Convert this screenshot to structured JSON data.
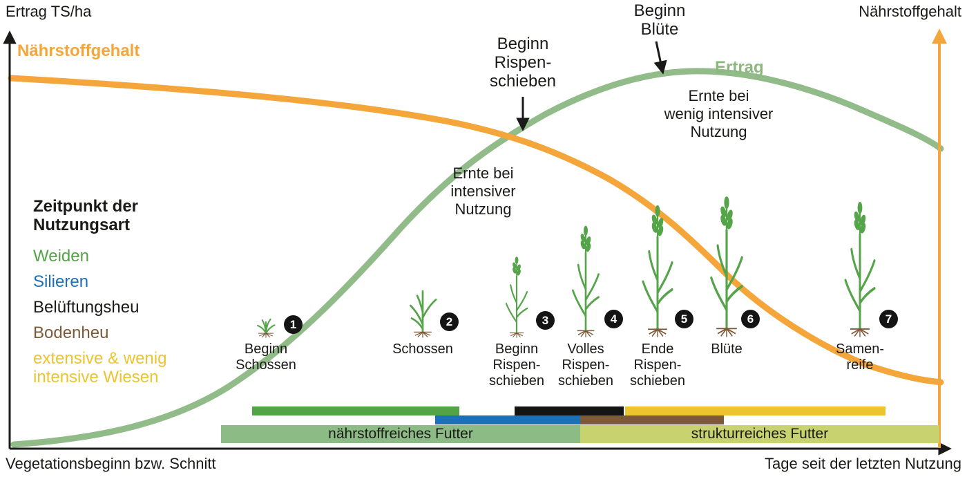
{
  "axis": {
    "top_left": "Ertrag TS/ha",
    "top_right": "Nährstoffgehalt",
    "bottom_left": "Vegetationsbeginn bzw. Schnitt",
    "bottom_right": "Tage seit der letzten Nutzung"
  },
  "curves": {
    "nutrient_label": "Nährstoffgehalt",
    "yield_label": "Ertrag"
  },
  "annotations": {
    "beginn_rispenschieben": "Beginn\nRispen-\nschieben",
    "beginn_bluete": "Beginn\nBlüte",
    "ernte_intensiv": "Ernte bei\nintensiver\nNutzung",
    "ernte_wenig_intensiv": "Ernte bei\nwenig intensiver\nNutzung"
  },
  "legend": {
    "title": "Zeitpunkt der\nNutzungsart",
    "items": [
      {
        "label": "Weiden",
        "color": "#53a347"
      },
      {
        "label": "Silieren",
        "color": "#1c70b7"
      },
      {
        "label": "Belüftungsheu",
        "color": "#1a1a18"
      },
      {
        "label": "Bodenheu",
        "color": "#7c5a38"
      },
      {
        "label": "extensive & wenig\nintensive Wiesen",
        "color": "#edc330"
      }
    ]
  },
  "stages": [
    {
      "number": "1",
      "label": "Beginn\nSchossen"
    },
    {
      "number": "2",
      "label": "Schossen"
    },
    {
      "number": "3",
      "label": "Beginn\nRispen-\nschieben"
    },
    {
      "number": "4",
      "label": "Volles\nRispen-\nschieben"
    },
    {
      "number": "5",
      "label": "Ende\nRispen-\nschieben"
    },
    {
      "number": "6",
      "label": "Blüte"
    },
    {
      "number": "7",
      "label": "Samen-\nreife"
    }
  ],
  "feed_bands": [
    {
      "label": "nährstoffreiches Futter",
      "color": "#8dbb85"
    },
    {
      "label": "strukturreiches Futter",
      "color": "#c8d26e"
    }
  ],
  "colors": {
    "yield_curve": "#92bb8a",
    "nutrient_curve": "#f4a63b",
    "axis": "#1a1a18",
    "stage_number_circle": "#141414"
  },
  "chart_data": {
    "type": "line",
    "title": "",
    "xlabel_left": "Vegetationsbeginn bzw. Schnitt",
    "xlabel_right": "Tage seit der letzten Nutzung",
    "ylabel_left": "Ertrag TS/ha",
    "ylabel_right": "Nährstoffgehalt",
    "x_range": [
      0,
      100
    ],
    "y_range": [
      0,
      100
    ],
    "grid": false,
    "series": [
      {
        "name": "Ertrag",
        "color": "#92bb8a",
        "x": [
          0,
          10,
          20,
          29,
          36,
          43,
          51,
          55,
          61,
          66,
          73,
          81,
          88,
          94,
          100
        ],
        "values": [
          1,
          3,
          12,
          27,
          43,
          64,
          77,
          83,
          94,
          98,
          100,
          98,
          93,
          87,
          79
        ]
      },
      {
        "name": "Nährstoffgehalt",
        "color": "#f4a63b",
        "x": [
          0,
          14,
          29,
          41,
          48,
          55,
          63,
          69,
          77,
          84,
          92,
          100
        ],
        "values": [
          98,
          96,
          93,
          89,
          86,
          82,
          72,
          64,
          46,
          33,
          22,
          18
        ]
      }
    ],
    "annotations": [
      {
        "text": "Beginn Rispenschieben",
        "x": 55,
        "note": "arrow points at crossing of Ertrag and Nährstoffgehalt curves"
      },
      {
        "text": "Beginn Blüte",
        "x": 70,
        "note": "arrow points at Ertrag maximum"
      },
      {
        "text": "Ernte bei intensiver Nutzung",
        "x": 50
      },
      {
        "text": "Ernte bei wenig intensiver Nutzung",
        "x": 75
      }
    ],
    "stage_markers": [
      {
        "number": 1,
        "label": "Beginn Schossen",
        "x": 27
      },
      {
        "number": 2,
        "label": "Schossen",
        "x": 44
      },
      {
        "number": 3,
        "label": "Beginn Rispenschieben",
        "x": 54
      },
      {
        "number": 4,
        "label": "Volles Rispenschieben",
        "x": 62
      },
      {
        "number": 5,
        "label": "Ende Rispenschieben",
        "x": 70
      },
      {
        "number": 6,
        "label": "Blüte",
        "x": 77
      },
      {
        "number": 7,
        "label": "Samenreife",
        "x": 91
      }
    ],
    "usage_windows": [
      {
        "name": "Weiden",
        "color": "#53a347",
        "x_start": 26,
        "x_end": 48
      },
      {
        "name": "Silieren",
        "color": "#1c70b7",
        "x_start": 46,
        "x_end": 61
      },
      {
        "name": "Belüftungsheu",
        "color": "#1a1a18",
        "x_start": 54,
        "x_end": 66
      },
      {
        "name": "Bodenheu",
        "color": "#7c5a38",
        "x_start": 61,
        "x_end": 77
      },
      {
        "name": "extensive & wenig intensive Wiesen",
        "color": "#edc330",
        "x_start": 66,
        "x_end": 94
      },
      {
        "name": "nährstoffreiches Futter",
        "color": "#8dbb85",
        "x_start": 23,
        "x_end": 61
      },
      {
        "name": "strukturreiches Futter",
        "color": "#c8d26e",
        "x_start": 61,
        "x_end": 100
      }
    ]
  }
}
